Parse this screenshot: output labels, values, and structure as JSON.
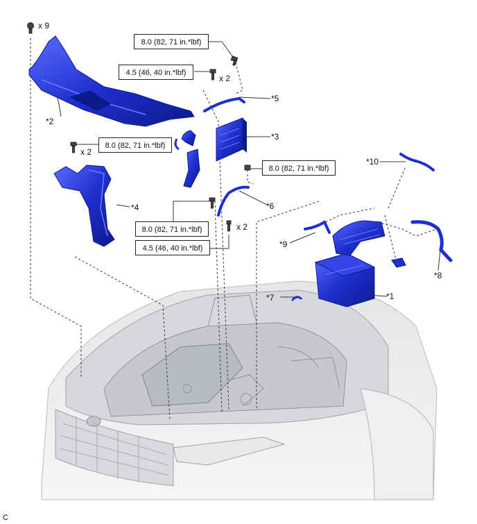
{
  "colors": {
    "part_blue": "#1f2fcf",
    "part_blue_dark": "#0d1a8c",
    "part_blue_light": "#6d7cff",
    "engine_gray": "#c9cbce",
    "engine_dark": "#8d9096",
    "leader": "#333333"
  },
  "torque_specs": [
    {
      "id": "t1",
      "text": "8.0 (82, 71 in.*lbf)"
    },
    {
      "id": "t2",
      "text": "4.5 (46, 40 in.*lbf)"
    },
    {
      "id": "t3",
      "text": "8.0 (82, 71 in.*lbf)"
    },
    {
      "id": "t4",
      "text": "8.0 (82, 71 in.*lbf)"
    },
    {
      "id": "t5",
      "text": "8.0 (82, 71 in.*lbf)"
    },
    {
      "id": "t6",
      "text": "4.5 (46, 40 in.*lbf)"
    }
  ],
  "quantities": {
    "q9": "x 9",
    "q2a": "x 2",
    "q2b": "x 2",
    "q2c": "x 2"
  },
  "callouts": {
    "c1": "*1",
    "c2": "*2",
    "c3": "*3",
    "c4": "*4",
    "c5": "*5",
    "c6": "*6",
    "c7": "*7",
    "c8": "*8",
    "c9": "*9",
    "c10": "*10"
  },
  "corner_label": "C"
}
